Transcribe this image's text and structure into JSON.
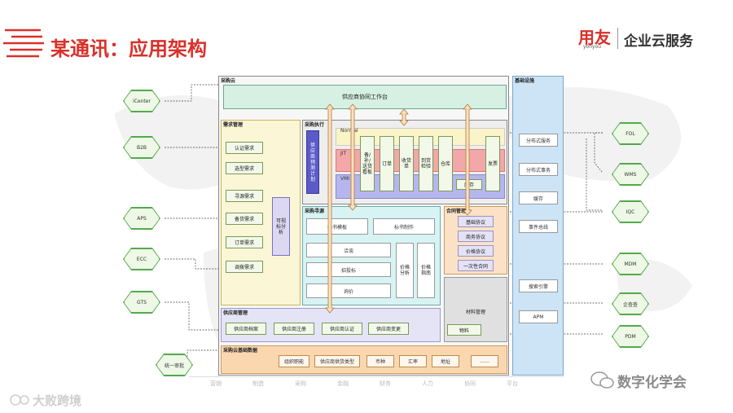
{
  "title": "某通讯：应用架构",
  "brand": {
    "logo_main": "用友",
    "logo_sub": "yonyou",
    "service": "企业云服务"
  },
  "external_left": [
    "iCenter",
    "B2B",
    "APS",
    "ECC",
    "GTS",
    "统一审批"
  ],
  "external_right": [
    "FOL",
    "WMS",
    "IQC",
    "MDM",
    "企查查",
    "PDM"
  ],
  "procurement_cloud": {
    "title": "采购云",
    "top_bar": "供应商协同工作台",
    "demand": {
      "title": "需求管理",
      "items": [
        "认证需求",
        "选型需求",
        "寻源需求",
        "备货需求",
        "订单需求",
        "调拨需求"
      ],
      "analysis": "可视标分析"
    },
    "execution": {
      "title": "采购执行",
      "plan": "供应商预测计划",
      "rows": [
        "Normal",
        "JIT",
        "VMI"
      ],
      "cols": [
        "备/补/送货看板",
        "订单",
        "收货单",
        "到货检验",
        "仓库",
        "发票"
      ],
      "inventory": "库存"
    },
    "sourcing": {
      "title": "采购寻源",
      "tender_template": "标书模板",
      "tender_make": "标书制作",
      "rows": [
        "洽谈",
        "招投标",
        "询价"
      ],
      "price_analysis": "价格分析",
      "price_strategy": "价格指南"
    },
    "contract": {
      "title": "合同管理",
      "items": [
        "基础协议",
        "商务协议",
        "价格协议",
        "一次性合同"
      ]
    },
    "supplier": {
      "title": "供应商管理",
      "items": [
        "供应商档案",
        "供应商注册",
        "供应商认证",
        "供应商变更"
      ]
    },
    "material": {
      "title": "材料管理",
      "item": "物料"
    },
    "base_data": {
      "title": "采购云基础数据",
      "items": [
        "组织职能",
        "供应商供货类型",
        "币种",
        "汇率",
        "地址",
        "……"
      ]
    }
  },
  "infrastructure": {
    "title": "基础设施",
    "items": [
      "分布式服务",
      "分布式事务",
      "缓存",
      "事件总线",
      "搜索引擎",
      "APM"
    ]
  },
  "bottom_strip": [
    "营销",
    "制造",
    "采购",
    "金融",
    "财务",
    "人力",
    "协同",
    "平台"
  ],
  "watermarks": {
    "left": "大败跨境",
    "right": "数字化学会"
  }
}
